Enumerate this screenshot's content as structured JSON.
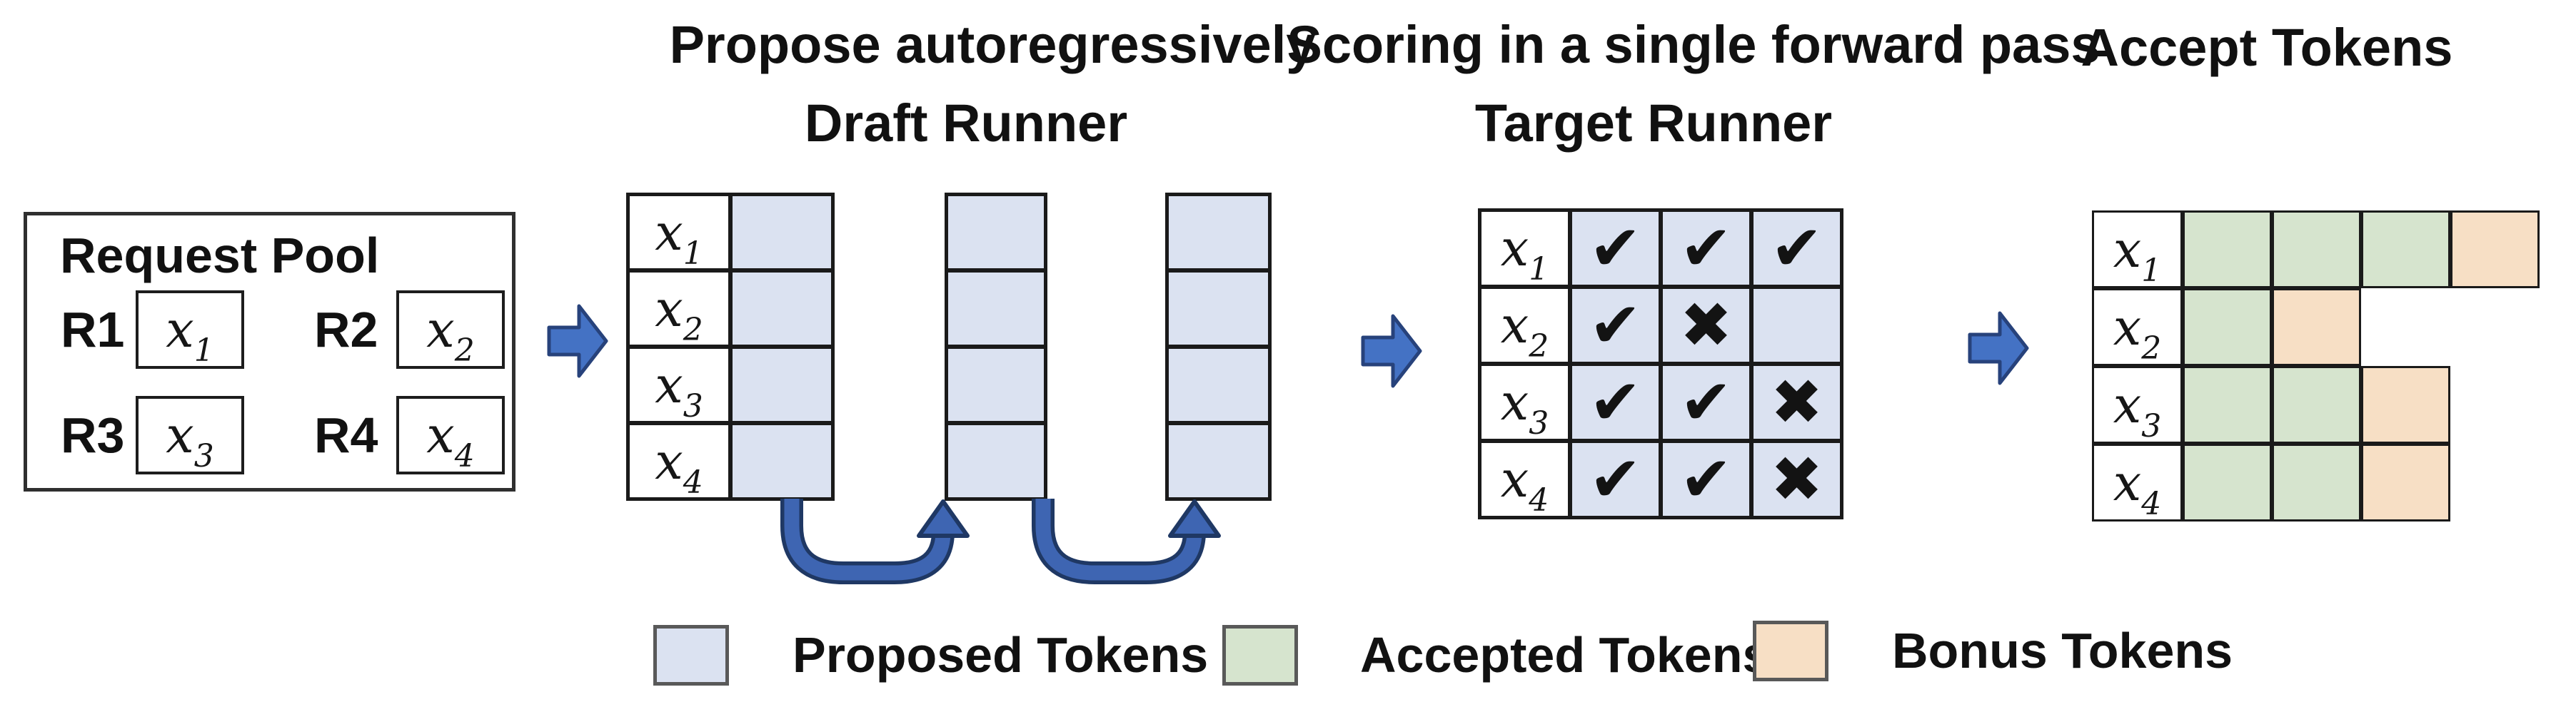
{
  "titles": {
    "propose": "Propose autoregressively",
    "draft_runner": "Draft Runner",
    "scoring": "Scoring in a single forward pass",
    "target_runner": "Target Runner",
    "accept": "Accept Tokens"
  },
  "request_pool": {
    "title": "Request Pool",
    "requests": [
      {
        "id": "R1",
        "token_base": "x",
        "token_sub": "1"
      },
      {
        "id": "R2",
        "token_base": "x",
        "token_sub": "2"
      },
      {
        "id": "R3",
        "token_base": "x",
        "token_sub": "3"
      },
      {
        "id": "R4",
        "token_base": "x",
        "token_sub": "4"
      }
    ]
  },
  "draft_runner": {
    "row_labels": [
      {
        "base": "x",
        "sub": "1"
      },
      {
        "base": "x",
        "sub": "2"
      },
      {
        "base": "x",
        "sub": "3"
      },
      {
        "base": "x",
        "sub": "4"
      }
    ],
    "rows": 4,
    "extra_columns": 2
  },
  "target_runner": {
    "row_labels": [
      {
        "base": "x",
        "sub": "1"
      },
      {
        "base": "x",
        "sub": "2"
      },
      {
        "base": "x",
        "sub": "3"
      },
      {
        "base": "x",
        "sub": "4"
      }
    ],
    "marks": [
      [
        "✔",
        "✔",
        "✔"
      ],
      [
        "✔",
        "✖",
        ""
      ],
      [
        "✔",
        "✔",
        "✖"
      ],
      [
        "✔",
        "✔",
        "✖"
      ]
    ]
  },
  "accept_tokens": {
    "row_labels": [
      {
        "base": "x",
        "sub": "1"
      },
      {
        "base": "x",
        "sub": "2"
      },
      {
        "base": "x",
        "sub": "3"
      },
      {
        "base": "x",
        "sub": "4"
      }
    ],
    "rows": [
      [
        "accepted",
        "accepted",
        "accepted",
        "bonus"
      ],
      [
        "accepted",
        "bonus"
      ],
      [
        "accepted",
        "accepted",
        "bonus"
      ],
      [
        "accepted",
        "accepted",
        "bonus"
      ]
    ]
  },
  "legend": [
    {
      "label": "Proposed Tokens",
      "color_key": "proposed"
    },
    {
      "label": "Accepted Tokens",
      "color_key": "accepted"
    },
    {
      "label": "Bonus Tokens",
      "color_key": "bonus"
    }
  ],
  "colors": {
    "proposed": "#dbe2f1",
    "accepted": "#d6e4ce",
    "bonus": "#f7dfc5",
    "grid_border": "#1a1a1a",
    "arrow_fill": "#4472c4",
    "arrow_stroke": "#27427b",
    "loop_arrow_fill": "#3e65b2",
    "loop_arrow_stroke": "#1f3864",
    "legend_swatch_border": "#595959",
    "text": "#111111"
  }
}
